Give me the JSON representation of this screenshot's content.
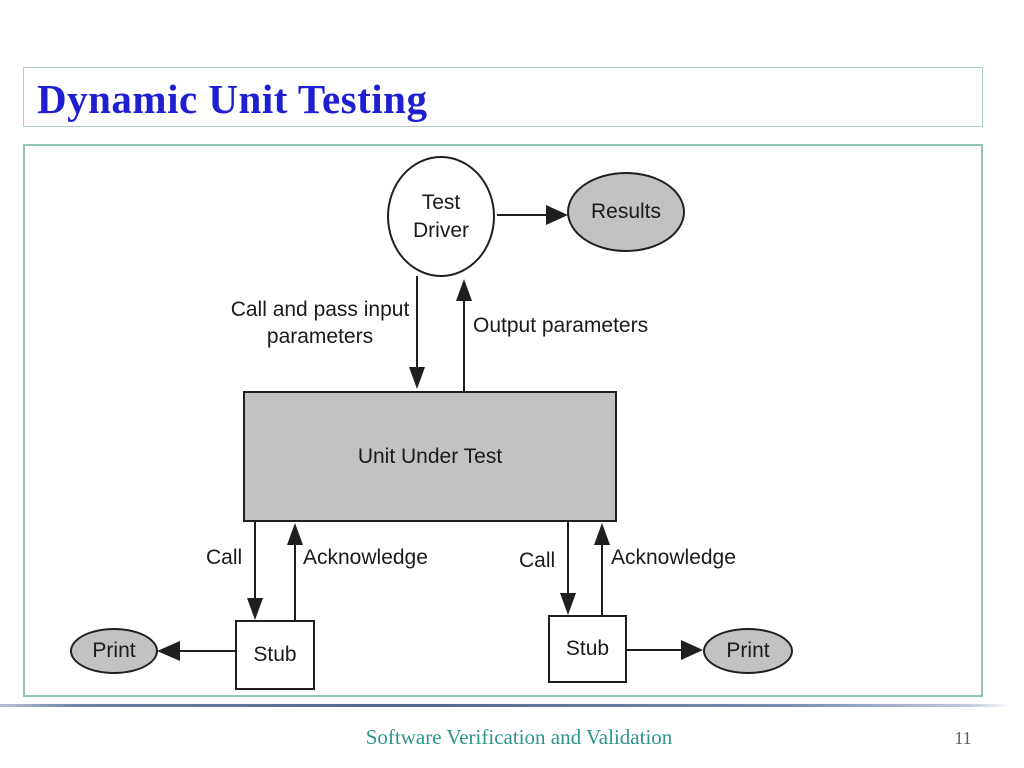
{
  "title": "Dynamic Unit Testing",
  "footer": {
    "text": "Software Verification and Validation",
    "page_number": "11"
  },
  "diagram": {
    "test_driver_line1": "Test",
    "test_driver_line2": "Driver",
    "results_label": "Results",
    "uut_label": "Unit Under Test",
    "stub_left_label": "Stub",
    "stub_right_label": "Stub",
    "print_left_label": "Print",
    "print_right_label": "Print",
    "call_pass_line1": "Call and pass input",
    "call_pass_line2": "parameters",
    "output_parameters_label": "Output parameters",
    "call_left_label": "Call",
    "ack_left_label": "Acknowledge",
    "call_right_label": "Call",
    "ack_right_label": "Acknowledge"
  },
  "colors": {
    "title_text": "#1f1fd1",
    "footer_text": "#2e9488",
    "page_number": "#5a5a5a",
    "title_box_border": "#accfc8",
    "content_box_border": "#93c4ba",
    "divider": "#51678f",
    "node_fill": "#c2c2c2",
    "node_stroke": "#1f1f1f",
    "label_text": "#1a1a1a"
  }
}
